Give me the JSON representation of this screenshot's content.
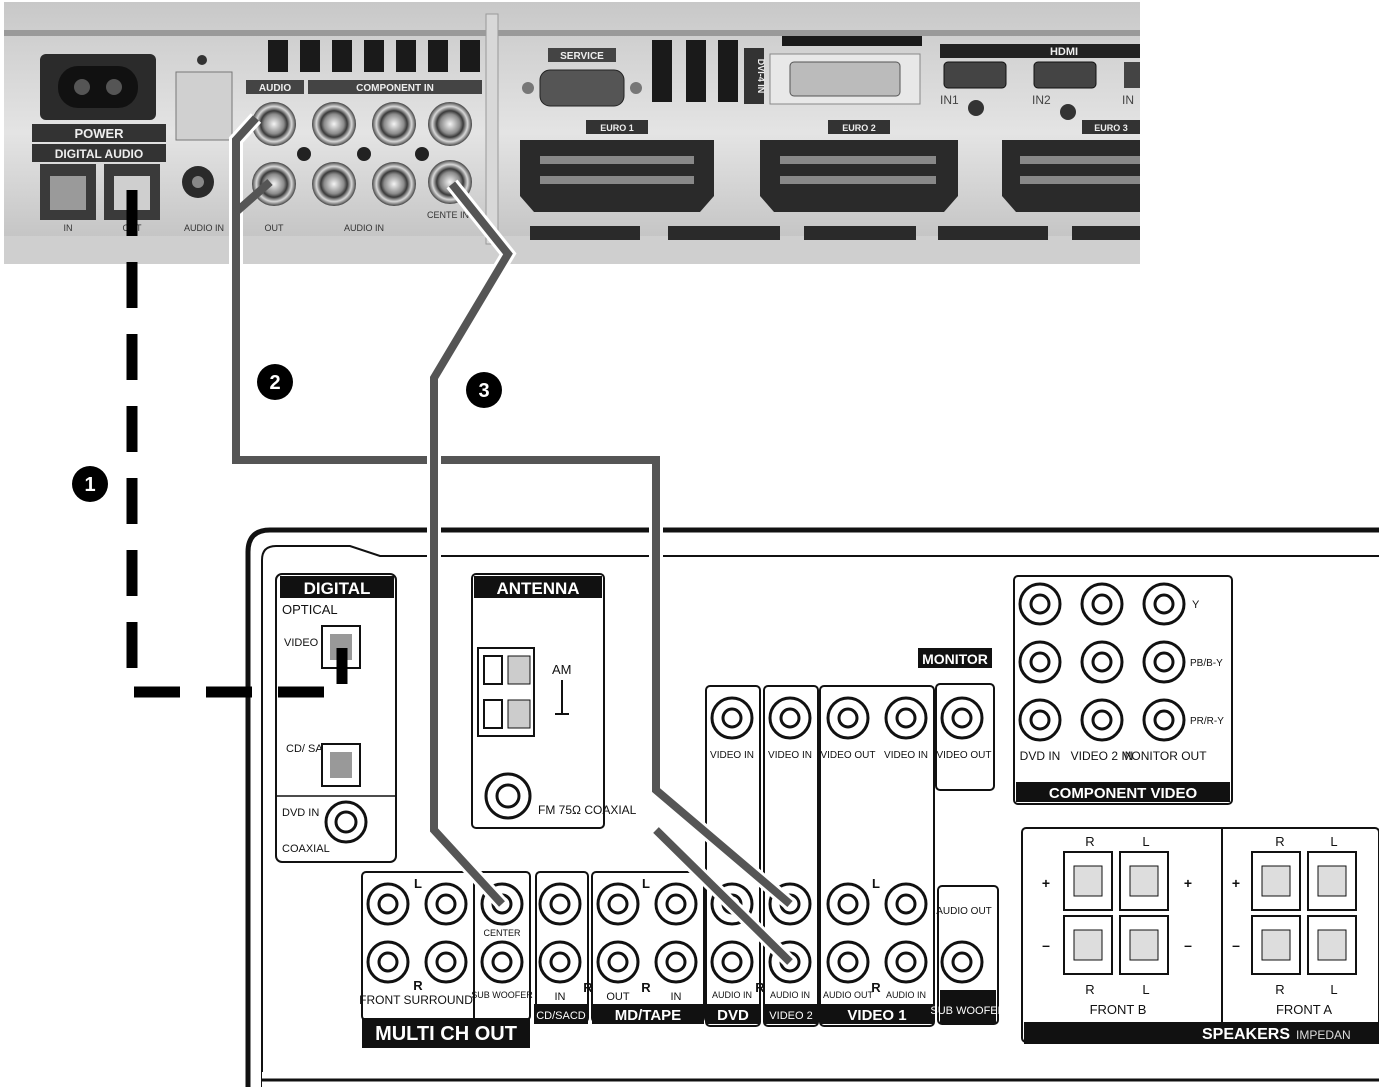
{
  "tv": {
    "power_label": "POWER",
    "digital_audio_label": "DIGITAL AUDIO",
    "digital_in_label": "IN",
    "digital_out_label": "OUT",
    "audio_in_label": "AUDIO IN",
    "audio_label": "AUDIO",
    "audio_out_label": "OUT",
    "component_in_label": "COMPONENT IN",
    "component_audio_in_label": "AUDIO IN",
    "center_in_label": "CENTE IN",
    "service_label": "SERVICE",
    "dvi_label": "DVI-4 IN",
    "hdmi_label": "HDMI",
    "hdmi_in1": "IN1",
    "hdmi_in2": "IN2",
    "hdmi_in3": "IN",
    "euro1": "EURO 1",
    "euro2": "EURO 2",
    "euro3": "EURO 3"
  },
  "callouts": [
    "1",
    "2",
    "3"
  ],
  "receiver": {
    "digital_title": "DIGITAL",
    "optical_label": "OPTICAL",
    "video2_in_label": "VIDEO 2 IN",
    "cd_sacd_in_label": "CD/ SACD IN",
    "dvd_in_label": "DVD IN",
    "coaxial_label": "COAXIAL",
    "antenna_title": "ANTENNA",
    "am_label": "AM",
    "fm_label": "FM 75Ω COAXIAL",
    "monitor_title": "MONITOR",
    "video_in_1": "VIDEO IN",
    "video_in_2": "VIDEO IN",
    "video_out": "VIDEO OUT",
    "video_in_3": "VIDEO IN",
    "monitor_video_out": "VIDEO OUT",
    "comp_y": "Y",
    "comp_pb": "PB/B-Y",
    "comp_pr": "PR/R-Y",
    "comp_dvd_in": "DVD IN",
    "comp_video2_in": "VIDEO 2 IN",
    "comp_monitor_out": "MONITOR OUT",
    "component_video_title": "COMPONENT VIDEO",
    "l_mark": "L",
    "r_mark": "R",
    "front_surround": "FRONT SURROUND",
    "center": "CENTER",
    "sub_woofer": "SUB WOOFER",
    "multi_ch_out": "MULTI CH OUT",
    "in_label": "IN",
    "out_label": "OUT",
    "cd_sacd": "CD/SACD",
    "md_tape": "MD/TAPE",
    "dvd": "DVD",
    "video2": "VIDEO 2",
    "video1": "VIDEO 1",
    "audio_in": "AUDIO IN",
    "audio_out": "AUDIO OUT",
    "audio_out_sub": "AUDIO OUT",
    "sub_woofer_block": "SUB WOOFER",
    "front_b": "FRONT B",
    "front_a": "FRONT A",
    "speakers": "SPEAKERS",
    "impedance": "IMPEDAN",
    "plus": "+",
    "minus": "–"
  }
}
